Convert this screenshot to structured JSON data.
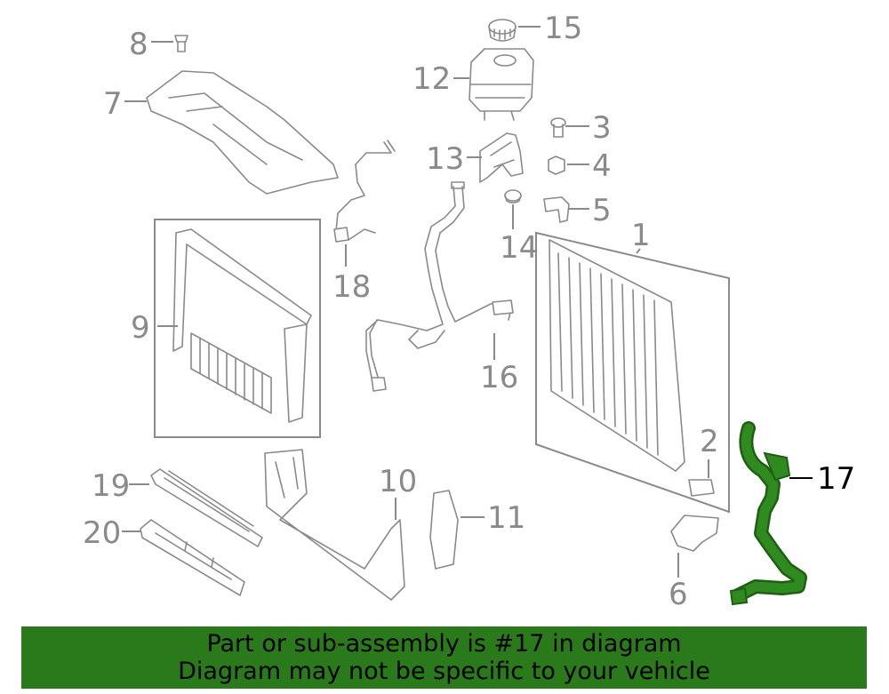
{
  "callouts": {
    "c1": "1",
    "c2": "2",
    "c3": "3",
    "c4": "4",
    "c5": "5",
    "c6": "6",
    "c7": "7",
    "c8": "8",
    "c9": "9",
    "c10": "10",
    "c11": "11",
    "c12": "12",
    "c13": "13",
    "c14": "14",
    "c15": "15",
    "c16": "16",
    "c17": "17",
    "c18": "18",
    "c19": "19",
    "c20": "20"
  },
  "banner": {
    "line1": "Part or sub-assembly is #17 in diagram",
    "line2": "Diagram may not be specific to your vehicle"
  },
  "colors": {
    "highlight_part": "#2f8a1f",
    "banner_bg": "#2a7a1c",
    "line_gray": "#8a8a8a"
  }
}
